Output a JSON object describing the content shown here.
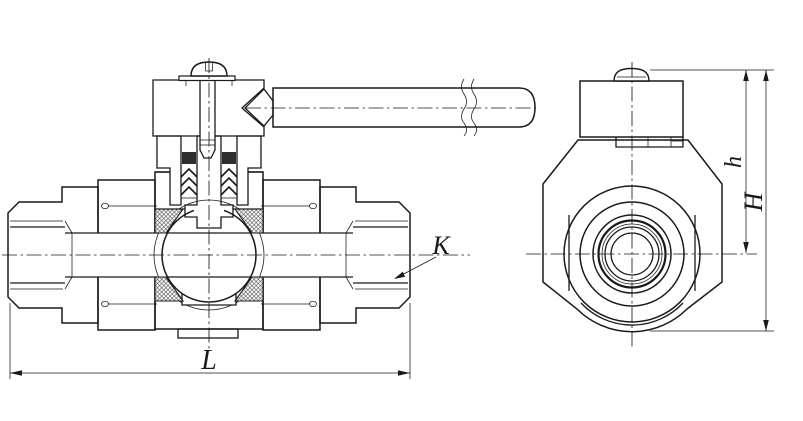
{
  "drawing": {
    "kind": "ball-valve-sectional-drawing",
    "labels": {
      "length": "L",
      "thread": "K",
      "handle_height": "h",
      "overall_height": "H"
    }
  },
  "colors": {
    "line": "#1a1a1a",
    "hatch": "#3a3a3a",
    "background": "#ffffff"
  }
}
